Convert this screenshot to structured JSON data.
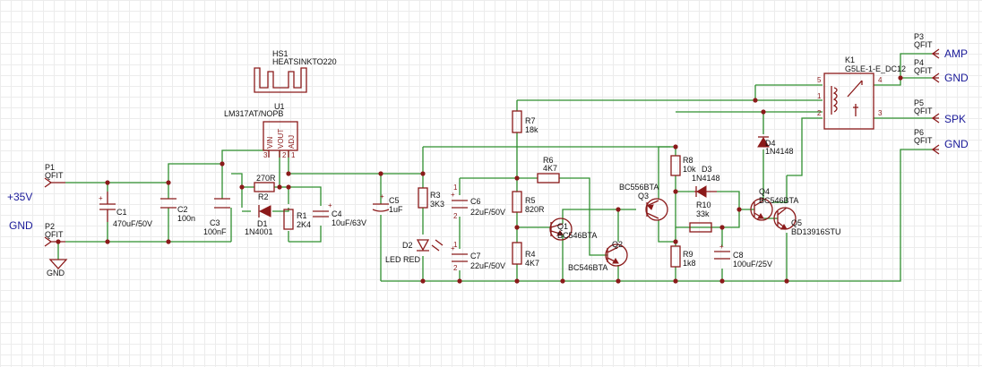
{
  "colors": {
    "wire": "#2f8f2f",
    "component": "#8b1a1a",
    "net_label": "#1a1a99",
    "text": "#111111",
    "grid": "#ececec"
  },
  "nets": {
    "plus35": "+35V",
    "gnd_in": "GND",
    "amp": "AMP",
    "gnd_out1": "GND",
    "spk": "SPK",
    "gnd_out2": "GND",
    "gnd_symbol": "GND"
  },
  "components": {
    "HS1": {
      "ref": "HS1",
      "value": "HEATSINKTO220"
    },
    "U1": {
      "ref": "U1",
      "value": "LM317AT/NOPB",
      "pin_vin": "VIN",
      "pin_vout": "VOUT",
      "pin_adj": "ADJ",
      "pin_num_3": "3",
      "pin_num_2": "2",
      "pin_num_1": "1"
    },
    "P1": {
      "ref": "P1",
      "value": "QFIT"
    },
    "P2": {
      "ref": "P2",
      "value": "QFIT"
    },
    "P3": {
      "ref": "P3",
      "value": "QFIT"
    },
    "P4": {
      "ref": "P4",
      "value": "QFIT"
    },
    "P5": {
      "ref": "P5",
      "value": "QFIT"
    },
    "P6": {
      "ref": "P6",
      "value": "QFIT"
    },
    "C1": {
      "ref": "C1",
      "value": "470uF/50V"
    },
    "C2": {
      "ref": "C2",
      "value": "100n"
    },
    "C3": {
      "ref": "C3",
      "value": "100nF"
    },
    "R2": {
      "ref": "R2",
      "value": "270R"
    },
    "D1": {
      "ref": "D1",
      "value": "1N4001"
    },
    "R1": {
      "ref": "R1",
      "value": "2K4"
    },
    "C4": {
      "ref": "C4",
      "value": "10uF/63V"
    },
    "C5": {
      "ref": "C5",
      "value": "1uF"
    },
    "R3": {
      "ref": "R3",
      "value": "3K3"
    },
    "D2": {
      "ref": "D2",
      "value": "LED RED"
    },
    "C6": {
      "ref": "C6",
      "value": "22uF/50V"
    },
    "C7": {
      "ref": "C7",
      "value": "22uF/50V"
    },
    "R7": {
      "ref": "R7",
      "value": "18k"
    },
    "R6": {
      "ref": "R6",
      "value": "4K7"
    },
    "R5": {
      "ref": "R5",
      "value": "820R"
    },
    "R4": {
      "ref": "R4",
      "value": "4K7"
    },
    "Q1": {
      "ref": "Q1",
      "value": "BC546BTA"
    },
    "Q2": {
      "ref": "Q2",
      "value": "BC546BTA"
    },
    "Q3": {
      "ref": "Q3",
      "value": "BC556BTA"
    },
    "R8": {
      "ref": "R8",
      "value": "10k"
    },
    "D3": {
      "ref": "D3",
      "value": "1N4148"
    },
    "R10": {
      "ref": "R10",
      "value": "33k"
    },
    "R9": {
      "ref": "R9",
      "value": "1k8"
    },
    "C8": {
      "ref": "C8",
      "value": "100uF/25V"
    },
    "D4": {
      "ref": "D4",
      "value": "1N4148"
    },
    "Q4": {
      "ref": "Q4",
      "value": "BC546BTA"
    },
    "Q5": {
      "ref": "Q5",
      "value": "BD13916STU"
    },
    "K1": {
      "ref": "K1",
      "value": "G5LE-1-E_DC12",
      "pin5": "5",
      "pin4": "4",
      "pin1": "1",
      "pin2": "2",
      "pin3": "3"
    }
  },
  "cap_pins": {
    "plus": "+",
    "one": "1",
    "two": "2"
  }
}
